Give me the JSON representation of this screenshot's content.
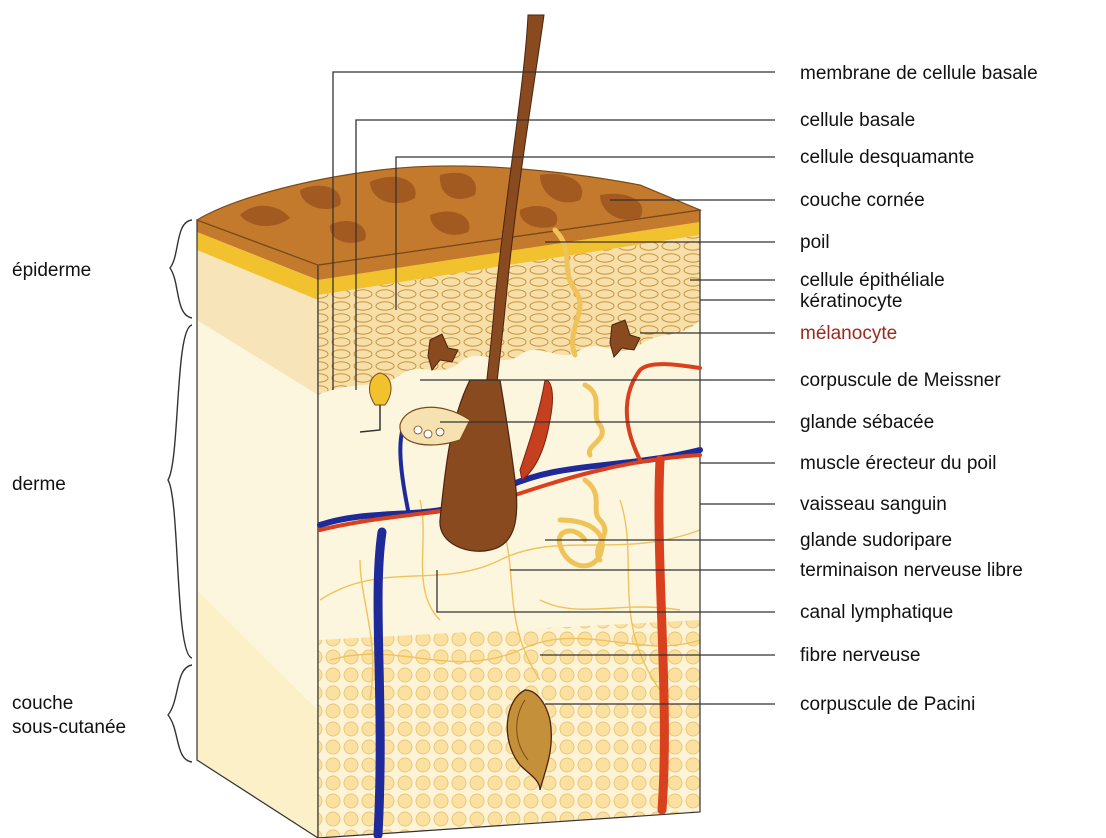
{
  "layers": [
    {
      "id": "epidermis",
      "text": "épiderme"
    },
    {
      "id": "dermis",
      "text": "derme"
    },
    {
      "id": "hypodermis",
      "line1": "couche",
      "line2": "sous-cutanée"
    }
  ],
  "labels": [
    {
      "key": "basal-membrane",
      "text": "membrane de cellule basale"
    },
    {
      "key": "basal-cell",
      "text": "cellule basale"
    },
    {
      "key": "shedding-cell",
      "text": "cellule desquamante"
    },
    {
      "key": "stratum-corneum",
      "text": "couche cornée"
    },
    {
      "key": "hair",
      "text": "poil"
    },
    {
      "key": "epithelial-cell",
      "text": "cellule épithéliale"
    },
    {
      "key": "keratinocyte",
      "text": "kératinocyte"
    },
    {
      "key": "melanocyte",
      "text": "mélanocyte",
      "color": "#9b2a1c"
    },
    {
      "key": "meissner-corpuscle",
      "text": "corpuscule de Meissner"
    },
    {
      "key": "sebaceous-gland",
      "text": "glande sébacée"
    },
    {
      "key": "arrector-pili",
      "text": "muscle érecteur du poil"
    },
    {
      "key": "blood-vessel",
      "text": "vaisseau sanguin"
    },
    {
      "key": "sweat-gland",
      "text": "glande sudoripare"
    },
    {
      "key": "free-nerve-ending",
      "text": "terminaison nerveuse libre"
    },
    {
      "key": "lymph-canal",
      "text": "canal lymphatique"
    },
    {
      "key": "nerve-fiber",
      "text": "fibre nerveuse"
    },
    {
      "key": "pacini-corpuscle",
      "text": "corpuscule de Pacini"
    }
  ],
  "colors": {
    "hair": "#8a4a1f",
    "corneum": "#c47a2c",
    "yellow_band": "#f2c12e",
    "epidermis_light": "#f7e4b8",
    "dermis": "#fbf3d9",
    "artery": "#d9411e",
    "vein": "#1f2a9a",
    "fat": "#fbe3a0",
    "nerve": "#f0c25a",
    "melanocyte_label": "#9b2a1c"
  }
}
